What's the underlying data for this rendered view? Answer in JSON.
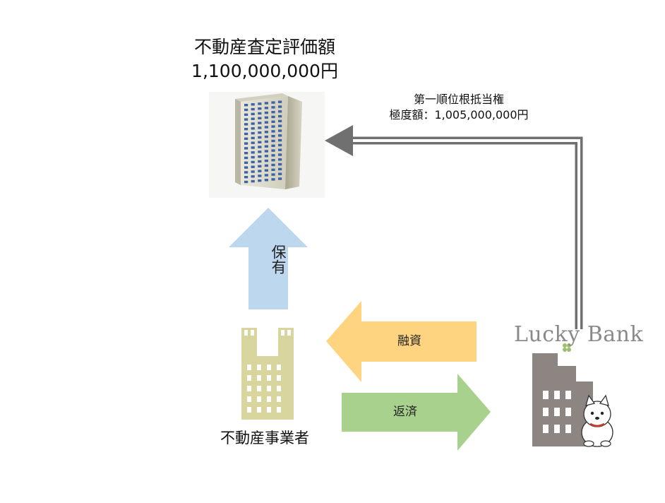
{
  "valuation": {
    "label": "不動産査定評価額",
    "amount": "1,100,000,000円"
  },
  "lien": {
    "line1": "第一順位根抵当権",
    "line2": "極度額：1,005,000,000円"
  },
  "arrows": {
    "holding": "保有",
    "loan": "融資",
    "repayment": "返済"
  },
  "operator": {
    "label": "不動産事業者"
  },
  "bank": {
    "name": "Lucky Bank"
  },
  "colors": {
    "holding_arrow": "#bdd7ee",
    "loan_arrow": "#ffd480",
    "repayment_arrow": "#a9d18e",
    "operator_building": "#d9d59e",
    "bank_building": "#8c8581",
    "lien_arrow": "#707070"
  }
}
